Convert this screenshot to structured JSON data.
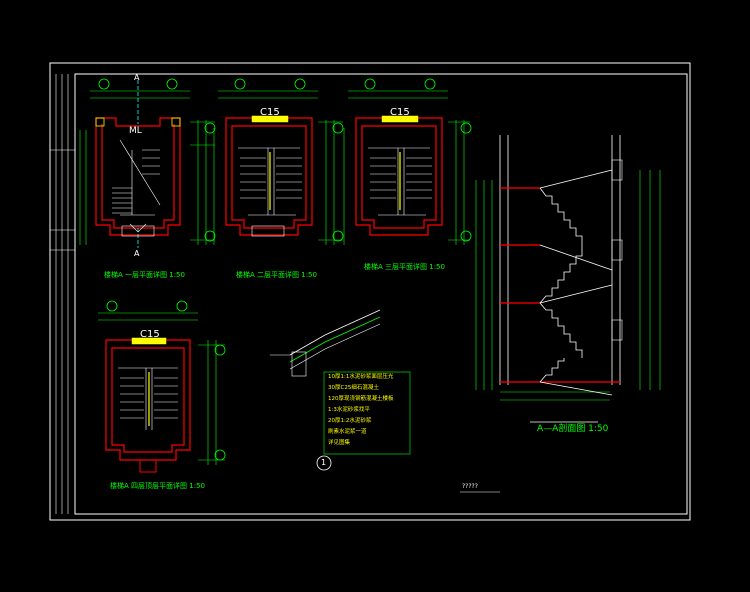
{
  "drawing": {
    "colors": {
      "background": "#000000",
      "frame": "#ffffff",
      "wall": "#ff0000",
      "dimension": "#00ff00",
      "stair": "#ffffff",
      "label": "#00ff00",
      "annotation": "#ffff00",
      "cyan": "#00ffff"
    },
    "plans": {
      "first": {
        "title": "楼梯A 一层平面详图 1:50",
        "tag": "ML"
      },
      "second": {
        "title": "楼梯A 二层平面详图 1:50",
        "tag": "C15"
      },
      "third": {
        "title": "楼梯A 三层平面详图 1:50",
        "tag": "C15"
      },
      "fourth": {
        "title": "楼梯A 四层顶层平面详图 1:50",
        "tag": "C15"
      }
    },
    "section": {
      "title": "A—A剖面图 1:50",
      "mark": "A"
    },
    "detail": {
      "number": "1",
      "notes": [
        "10厚1:1水泥砂浆面层压光",
        "30厚C25细石混凝土",
        "120厚现浇钢筋混凝土楼板",
        "1:3水泥砂浆找平",
        "20厚1:2水泥砂浆",
        "刷素水泥浆一道",
        "详见图集"
      ]
    },
    "footer_note": "?????"
  }
}
